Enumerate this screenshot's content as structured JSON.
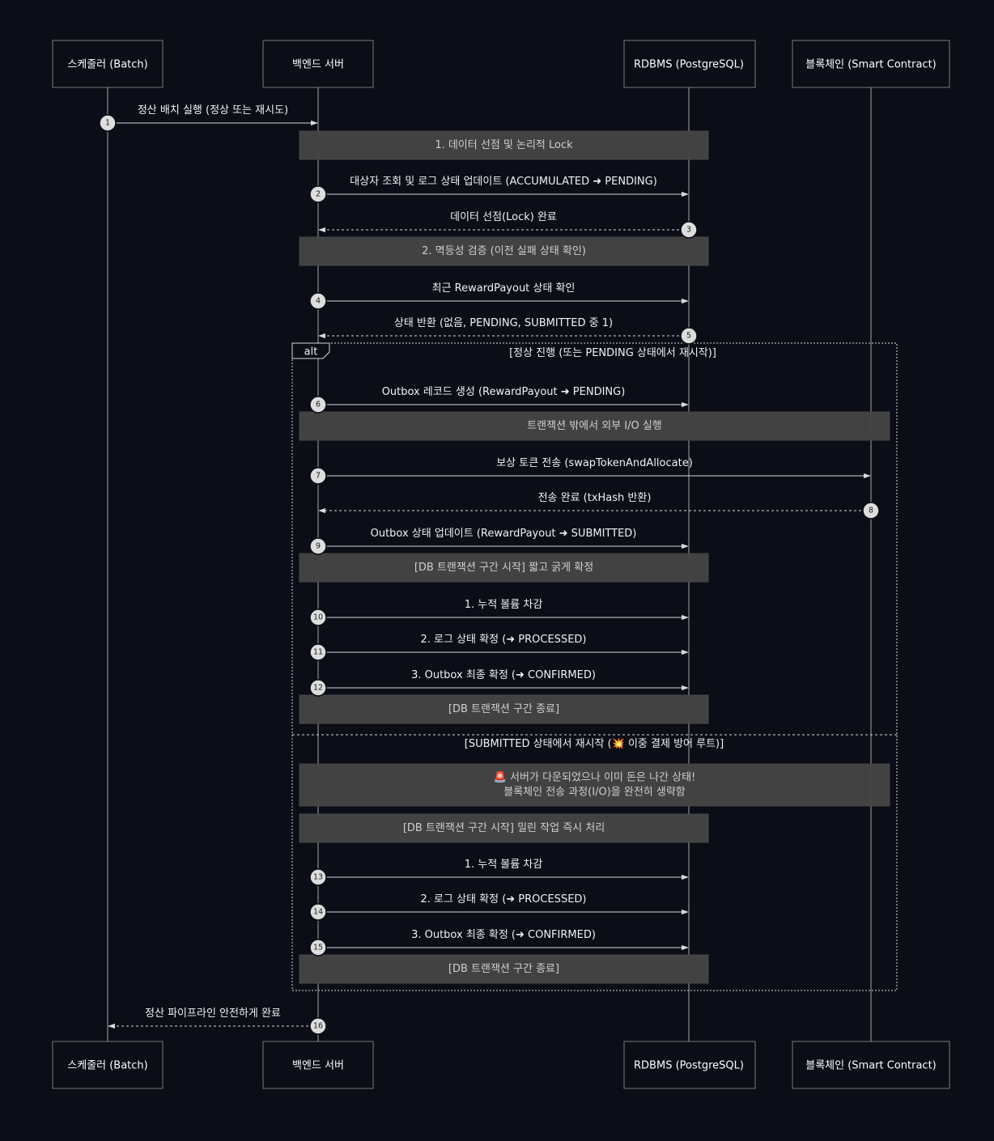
{
  "actors": [
    {
      "id": "scheduler",
      "label": "스케줄러 (Batch)"
    },
    {
      "id": "backend",
      "label": "백엔드 서버"
    },
    {
      "id": "rdbms",
      "label": "RDBMS (PostgreSQL)"
    },
    {
      "id": "blockchain",
      "label": "블록체인 (Smart Contract)"
    }
  ],
  "messages": [
    {
      "seq": "1",
      "from": "scheduler",
      "to": "backend",
      "style": "solid",
      "label": "정산 배치 실행 (정상 또는 재시도)"
    },
    {
      "seq": "2",
      "from": "backend",
      "to": "rdbms",
      "style": "solid",
      "label": "대상자 조회 및 로그 상태 업데이트 (ACCUMULATED ➜ PENDING)"
    },
    {
      "seq": "3",
      "from": "rdbms",
      "to": "backend",
      "style": "dashed",
      "label": "데이터 선점(Lock) 완료"
    },
    {
      "seq": "4",
      "from": "backend",
      "to": "rdbms",
      "style": "solid",
      "label": "최근 RewardPayout 상태 확인"
    },
    {
      "seq": "5",
      "from": "rdbms",
      "to": "backend",
      "style": "dashed",
      "label": "상태 반환 (없음, PENDING, SUBMITTED 중 1)"
    },
    {
      "seq": "6",
      "from": "backend",
      "to": "rdbms",
      "style": "solid",
      "label": "Outbox 레코드 생성 (RewardPayout ➜ PENDING)"
    },
    {
      "seq": "7",
      "from": "backend",
      "to": "blockchain",
      "style": "solid",
      "label": "보상 토큰 전송 (swapTokenAndAllocate)"
    },
    {
      "seq": "8",
      "from": "blockchain",
      "to": "backend",
      "style": "dashed",
      "label": "전송 완료 (txHash 반환)"
    },
    {
      "seq": "9",
      "from": "backend",
      "to": "rdbms",
      "style": "solid",
      "label": "Outbox 상태 업데이트 (RewardPayout ➜ SUBMITTED)"
    },
    {
      "seq": "10",
      "from": "backend",
      "to": "rdbms",
      "style": "solid",
      "label": "1. 누적 볼륨 차감"
    },
    {
      "seq": "11",
      "from": "backend",
      "to": "rdbms",
      "style": "solid",
      "label": "2. 로그 상태 확정 (➜ PROCESSED)"
    },
    {
      "seq": "12",
      "from": "backend",
      "to": "rdbms",
      "style": "solid",
      "label": "3. Outbox 최종 확정 (➜ CONFIRMED)"
    },
    {
      "seq": "13",
      "from": "backend",
      "to": "rdbms",
      "style": "solid",
      "label": "1. 누적 볼륨 차감"
    },
    {
      "seq": "14",
      "from": "backend",
      "to": "rdbms",
      "style": "solid",
      "label": "2. 로그 상태 확정 (➜ PROCESSED)"
    },
    {
      "seq": "15",
      "from": "backend",
      "to": "rdbms",
      "style": "solid",
      "label": "3. Outbox 최종 확정 (➜ CONFIRMED)"
    },
    {
      "seq": "16",
      "from": "backend",
      "to": "scheduler",
      "style": "dashed",
      "label": "정산 파이프라인 안전하게 완료"
    }
  ],
  "notes": [
    {
      "id": "n1",
      "lines": [
        "1. 데이터 선점 및 논리적 Lock"
      ]
    },
    {
      "id": "n2",
      "lines": [
        "2. 멱등성 검증 (이전 실패 상태 확인)"
      ]
    },
    {
      "id": "n3",
      "lines": [
        "트랜잭션 밖에서 외부 I/O 실행"
      ]
    },
    {
      "id": "n4",
      "lines": [
        "[DB 트랜잭션 구간 시작] 짧고 굵게 확정"
      ]
    },
    {
      "id": "n5",
      "lines": [
        "[DB 트랜잭션 구간 종료]"
      ]
    },
    {
      "id": "n6",
      "lines": [
        "🚨 서버가 다운되었으나 이미 돈은 나간 상태!",
        "블록체인 전송 과정(I/O)을 완전히 생략함"
      ]
    },
    {
      "id": "n7",
      "lines": [
        "[DB 트랜잭션 구간 시작] 밀린 작업 즉시 처리"
      ]
    },
    {
      "id": "n8",
      "lines": [
        "[DB 트랜잭션 구간 종료]"
      ]
    }
  ],
  "alt": {
    "tag": "alt",
    "conditions": [
      "[정상 진행 (또는 PENDING 상태에서 재시작)]",
      "[SUBMITTED 상태에서 재시작 (💥 이중 결제 방어 루트)]"
    ]
  }
}
